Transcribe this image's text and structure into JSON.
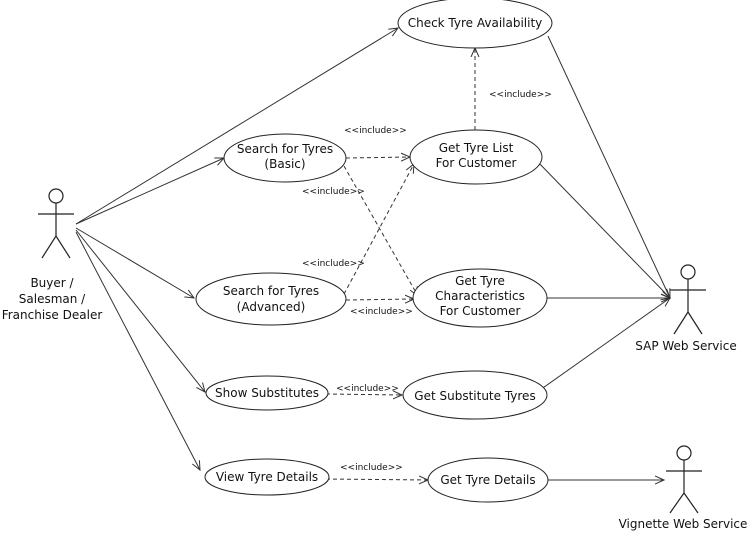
{
  "actors": {
    "buyer": {
      "lines": [
        "Buyer /",
        "Salesman /",
        "Franchise Dealer"
      ]
    },
    "sap": {
      "lines": [
        "SAP Web Service"
      ]
    },
    "vignette": {
      "lines": [
        "Vignette Web Service"
      ]
    }
  },
  "use_cases": {
    "check_tyre_availability": {
      "lines": [
        "Check Tyre Availability"
      ]
    },
    "search_basic": {
      "lines": [
        "Search for Tyres",
        "(Basic)"
      ]
    },
    "get_tyre_list": {
      "lines": [
        "Get Tyre List",
        "For Customer"
      ]
    },
    "search_advanced": {
      "lines": [
        "Search for Tyres",
        "(Advanced)"
      ]
    },
    "get_tyre_characteristics": {
      "lines": [
        "Get Tyre",
        "Characteristics",
        "For Customer"
      ]
    },
    "show_substitutes": {
      "lines": [
        "Show Substitutes"
      ]
    },
    "get_substitute_tyres": {
      "lines": [
        "Get Substitute Tyres"
      ]
    },
    "view_tyre_details": {
      "lines": [
        "View Tyre Details"
      ]
    },
    "get_tyre_details": {
      "lines": [
        "Get Tyre Details"
      ]
    }
  },
  "relations": {
    "include_label": "<<include>>"
  }
}
